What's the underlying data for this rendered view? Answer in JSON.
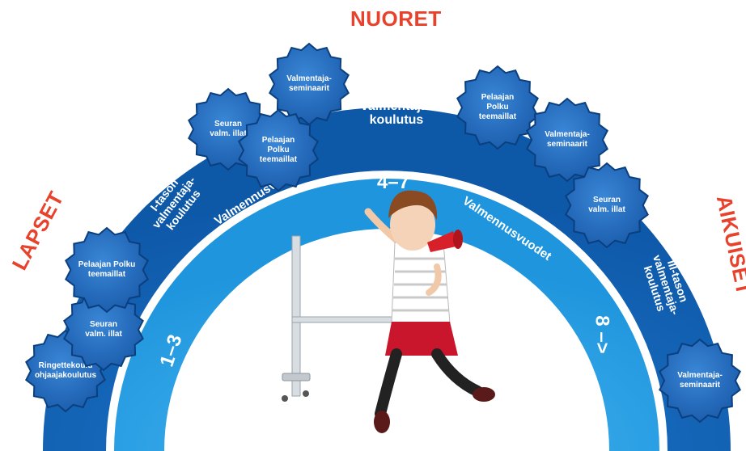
{
  "titles": {
    "top": "NUORET",
    "left": "LAPSET",
    "right": "AIKUISET"
  },
  "ring_labels": {
    "tier1": "I-tason\nvalmentaja-\nkoulutus",
    "tier2": "II-tason\nvalmentaja-\nkoulutus",
    "tier3": "III-tason\nvalmentaja-\nkoulutus"
  },
  "inner_labels": {
    "left": "Valmennusvuodet",
    "right": "Valmennusvuodet"
  },
  "years": {
    "range1": "1–3",
    "range2": "4–7",
    "range3": "8 –>"
  },
  "badges": [
    "Ringettekoulu\nohjaajakoulutus",
    "Seuran\nvalm. illat",
    "Pelaajan Polku\nteemaillat",
    "Seuran\nvalm. illat",
    "Valmentaja-\nseminaarit",
    "Pelaajan\nPolku\nteemaillat",
    "Pelaajan\nPolku\nteemaillat",
    "Valmentaja-\nseminaarit",
    "Seuran\nvalm. illat",
    "Valmentaja-\nseminaarit"
  ],
  "colors": {
    "outer_ring": "#1565b5",
    "inner_ring": "#29a3e8",
    "badge": "#1a5bab",
    "title": "#e8412c"
  }
}
